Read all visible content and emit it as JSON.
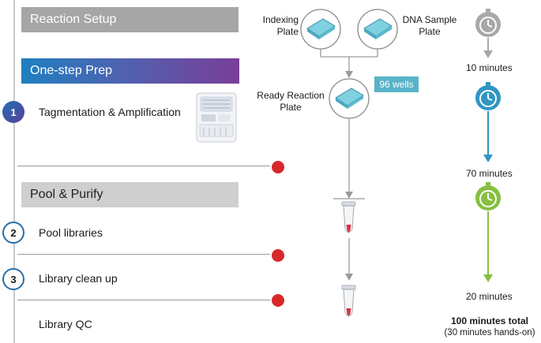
{
  "sections": {
    "reaction_setup": "Reaction Setup",
    "one_step_prep": "One-step Prep",
    "pool_purify": "Pool & Purify"
  },
  "steps": [
    {
      "number": "1",
      "label": "Tagmentation & Amplification"
    },
    {
      "number": "2",
      "label": "Pool libraries"
    },
    {
      "number": "3",
      "label": "Library clean up"
    },
    {
      "number": "",
      "label": "Library QC"
    }
  ],
  "plates": {
    "indexing": "Indexing\nPlate",
    "dna_sample": "DNA Sample\nPlate",
    "ready_reaction": "Ready Reaction\nPlate",
    "wells_badge": "96 wells"
  },
  "timeline": {
    "t1": "10 minutes",
    "t2": "70 minutes",
    "t3": "20 minutes",
    "total": "100 minutes total",
    "hands_on": "(30 minutes hands-on)"
  },
  "colors": {
    "gray_timer": "#a8a8a8",
    "blue_timer": "#2f95c2",
    "green_timer": "#86bf3f",
    "stop": "#d8282a",
    "badge": "#58b3c9"
  }
}
